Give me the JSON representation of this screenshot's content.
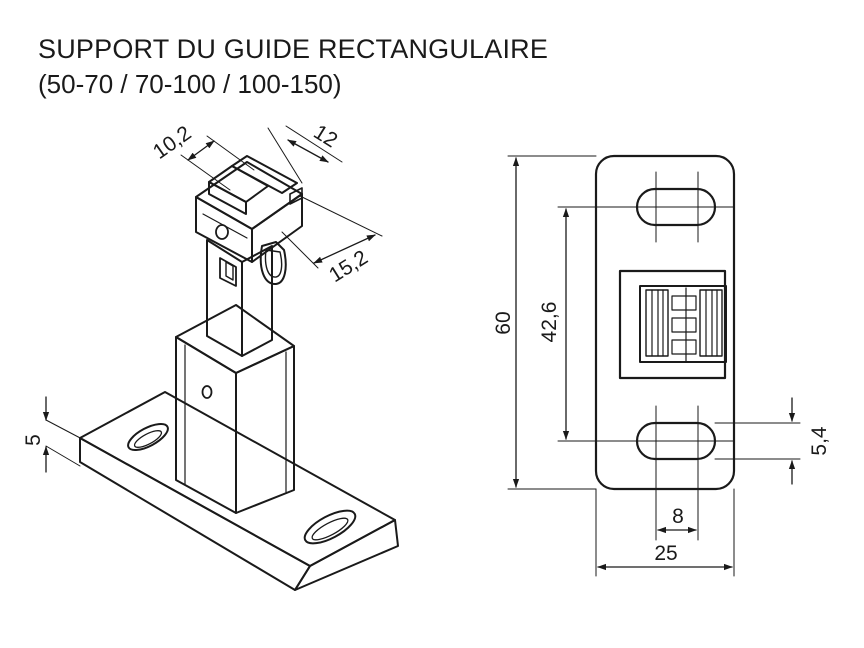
{
  "header": {
    "title": "SUPPORT DU GUIDE RECTANGULAIRE",
    "subtitle": "(50-70 / 70-100 / 100-150)"
  },
  "dimensions": {
    "iso_width_top": "10,2",
    "iso_depth_top": "12",
    "iso_height_top": "15,2",
    "iso_base_thickness": "5",
    "front_total_height": "60",
    "front_slot_spacing": "42,6",
    "front_slot_height": "5,4",
    "front_slot_width": "8",
    "front_total_width": "25"
  },
  "colors": {
    "line": "#1a1a1a",
    "fill_light": "#f2f2f2",
    "fill_mid": "#dcdcdc",
    "fill_dark": "#b8b8b8"
  }
}
